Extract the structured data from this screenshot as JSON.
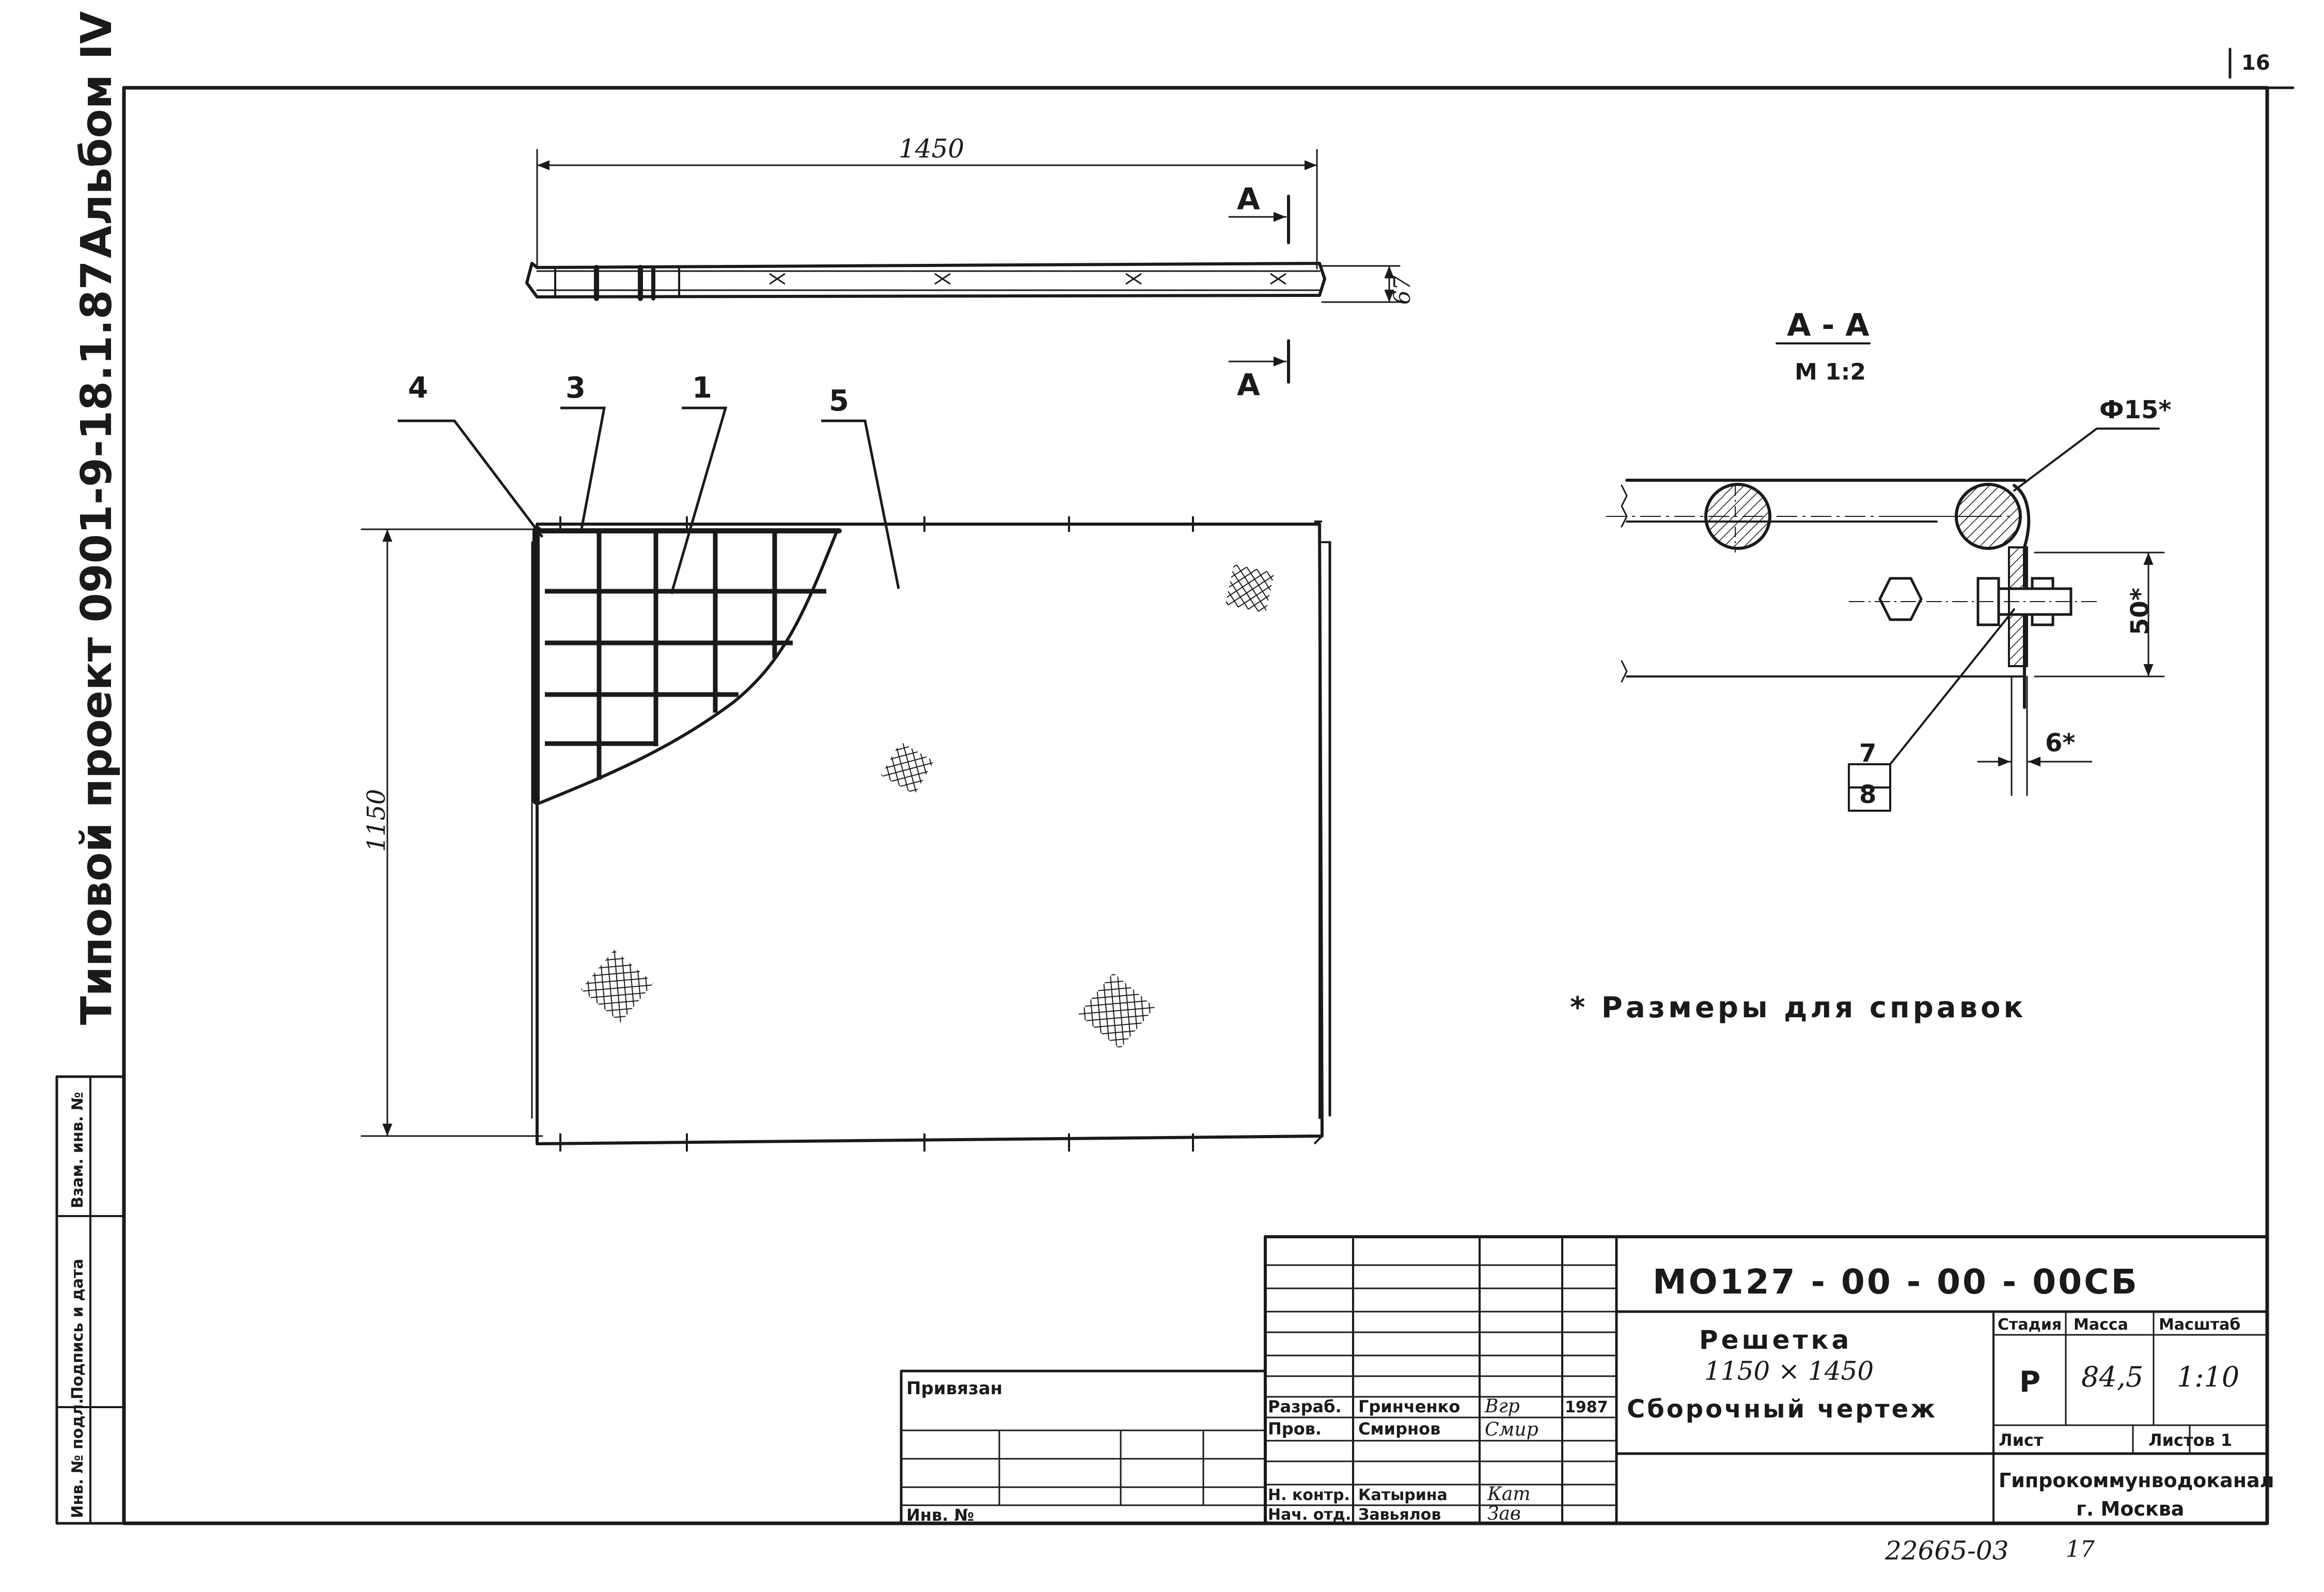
{
  "sheet": {
    "page_number": "16",
    "album": "Альбом IV",
    "project": "Типовой проект 0901-9-18.1.87",
    "archive_number": "22665-03",
    "format_mark": "17"
  },
  "side_stamp": {
    "inv_original": "Инв. № подл.",
    "signature_date": "Подпись и дата",
    "replacement_inv": "Взам. инв. №"
  },
  "drawing": {
    "top_view_dim": "1450",
    "thickness_dim": "67",
    "section_marker": "А",
    "front_view_height_dim": "1150",
    "callouts": [
      "4",
      "3",
      "1",
      "5"
    ],
    "section": {
      "title": "А - А",
      "scale": "М 1:2",
      "bolt_dim": "Ф15*",
      "height_dim": "50*",
      "plate_dim": "6*",
      "callout_top": "7",
      "callout_bottom": "8"
    },
    "note": "* Размеры для справок"
  },
  "title_block": {
    "designation": "МО127 - 00 - 00 - 00СБ",
    "name_line1": "Решетка",
    "name_line2": "1150 × 1450",
    "name_line3": "Сборочный чертеж",
    "stage_label": "Стадия",
    "mass_label": "Масса",
    "scale_label": "Масштаб",
    "stage": "Р",
    "mass": "84,5",
    "scale": "1:10",
    "sheet_label": "Лист",
    "sheets_label": "Листов 1",
    "organization": "Гипрокоммунводоканал",
    "city": "г. Москва",
    "bound_label": "Привязан",
    "inv_label": "Инв. №",
    "roles": [
      {
        "role": "Разраб.",
        "name": "Гринченко",
        "sign": "Вгр",
        "date": "1987"
      },
      {
        "role": "Пров.",
        "name": "Смирнов",
        "sign": "Смир",
        "date": ""
      },
      {
        "role": "Н. контр.",
        "name": "Катырина",
        "sign": "Кат",
        "date": ""
      },
      {
        "role": "Нач. отд.",
        "name": "Завьялов",
        "sign": "Зав",
        "date": ""
      }
    ]
  }
}
